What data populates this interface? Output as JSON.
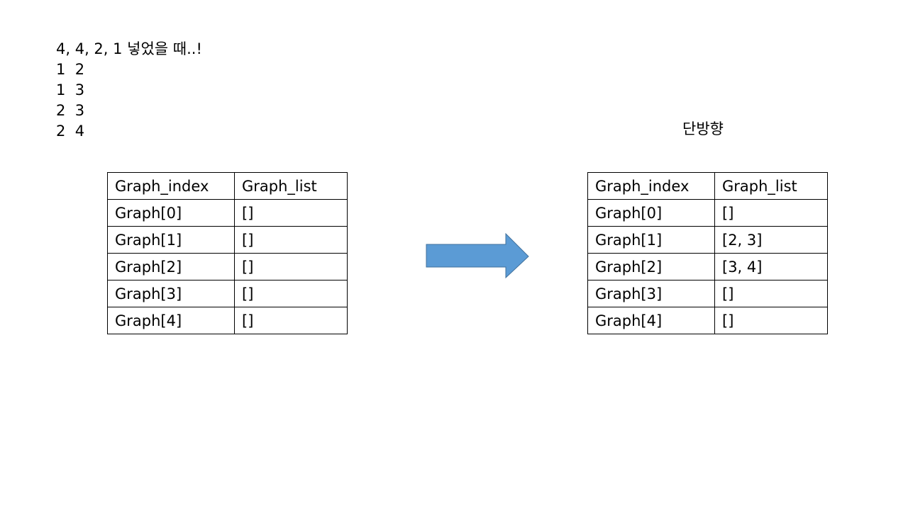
{
  "input": {
    "lines": [
      "4, 4, 2, 1 넣었을 때..!",
      "1  2",
      "1  3",
      "2  3",
      "2  4"
    ]
  },
  "direction_label": "단방향",
  "tables": {
    "before": {
      "headers": [
        "Graph_index",
        "Graph_list"
      ],
      "rows": [
        [
          "Graph[0]",
          "[]"
        ],
        [
          "Graph[1]",
          "[]"
        ],
        [
          "Graph[2]",
          "[]"
        ],
        [
          "Graph[3]",
          "[]"
        ],
        [
          "Graph[4]",
          "[]"
        ]
      ]
    },
    "after": {
      "headers": [
        "Graph_index",
        "Graph_list"
      ],
      "rows": [
        [
          "Graph[0]",
          "[]"
        ],
        [
          "Graph[1]",
          "[2,  3]"
        ],
        [
          "Graph[2]",
          "[3,  4]"
        ],
        [
          "Graph[3]",
          "[]"
        ],
        [
          "Graph[4]",
          "[]"
        ]
      ]
    }
  },
  "arrow": {
    "icon": "right-arrow-icon",
    "fill": "#5B9BD5",
    "stroke": "#41719C"
  }
}
